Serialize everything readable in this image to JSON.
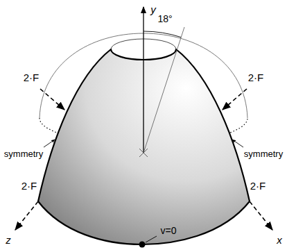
{
  "diagram": {
    "labels": [
      "y",
      "18°",
      "2·F",
      "2·F",
      "symmetry",
      "symmetry",
      "2·F",
      "2·F",
      "z",
      "x",
      "v=0"
    ]
  }
}
